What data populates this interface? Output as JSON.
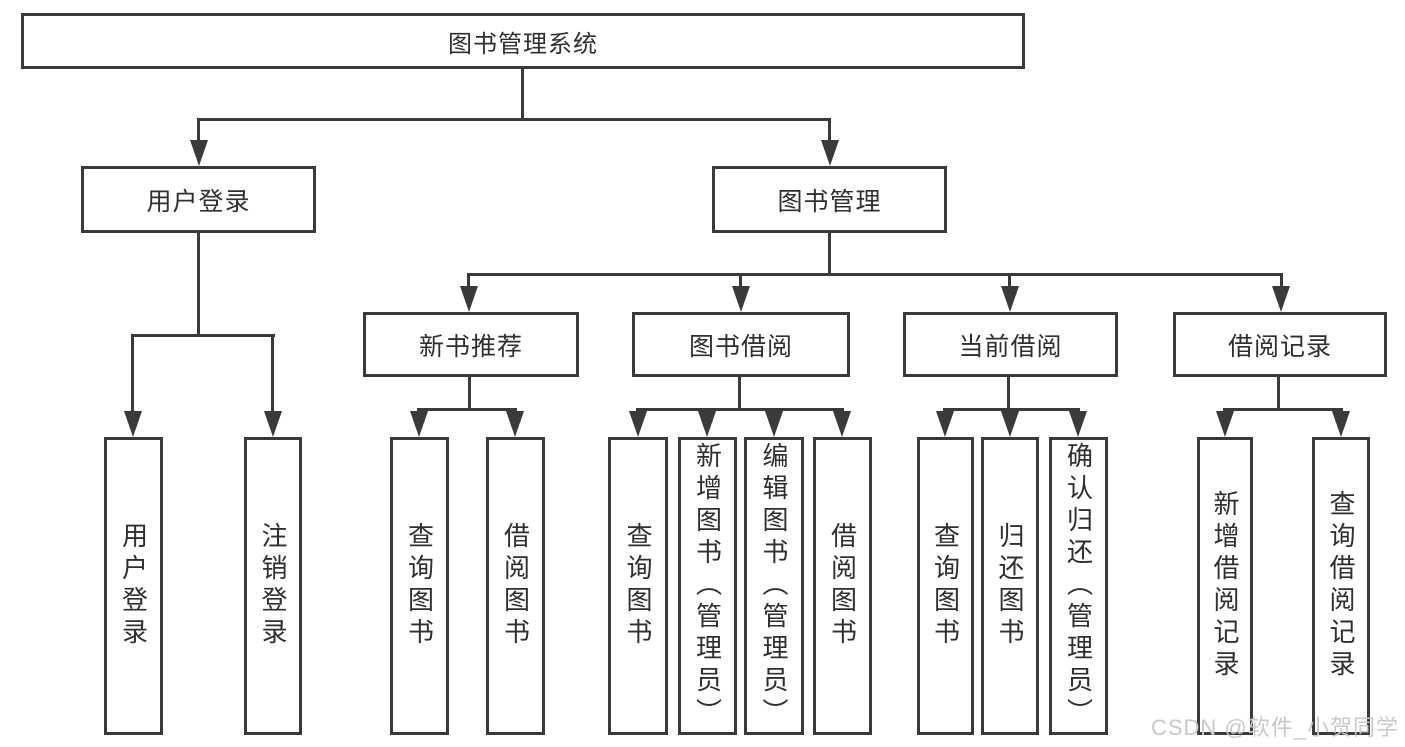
{
  "diagram": {
    "root": {
      "label": "图书管理系统"
    },
    "level2": [
      {
        "label": "用户登录",
        "parent": "图书管理系统"
      },
      {
        "label": "图书管理",
        "parent": "图书管理系统"
      }
    ],
    "level3": [
      {
        "label": "新书推荐",
        "parent": "图书管理"
      },
      {
        "label": "图书借阅",
        "parent": "图书管理"
      },
      {
        "label": "当前借阅",
        "parent": "图书管理"
      },
      {
        "label": "借阅记录",
        "parent": "图书管理"
      }
    ],
    "leaves": [
      {
        "label": "用户登录",
        "parent": "用户登录"
      },
      {
        "label": "注销登录",
        "parent": "用户登录"
      },
      {
        "label": "查询图书",
        "parent": "新书推荐"
      },
      {
        "label": "借阅图书",
        "parent": "新书推荐"
      },
      {
        "label": "查询图书",
        "parent": "图书借阅"
      },
      {
        "label": "新增图书（管理员）",
        "parent": "图书借阅"
      },
      {
        "label": "编辑图书（管理员）",
        "parent": "图书借阅"
      },
      {
        "label": "借阅图书",
        "parent": "图书借阅"
      },
      {
        "label": "查询图书",
        "parent": "当前借阅"
      },
      {
        "label": "归还图书",
        "parent": "当前借阅"
      },
      {
        "label": "确认归还（管理员）",
        "parent": "当前借阅"
      },
      {
        "label": "新增借阅记录",
        "parent": "借阅记录"
      },
      {
        "label": "查询借阅记录",
        "parent": "借阅记录"
      }
    ]
  },
  "watermark": {
    "text": "CSDN @软件_小贺同学",
    "color": "#c9c9c9"
  },
  "colors": {
    "line": "#3a3a3a",
    "text": "#2f2f2f",
    "background": "#ffffff"
  }
}
